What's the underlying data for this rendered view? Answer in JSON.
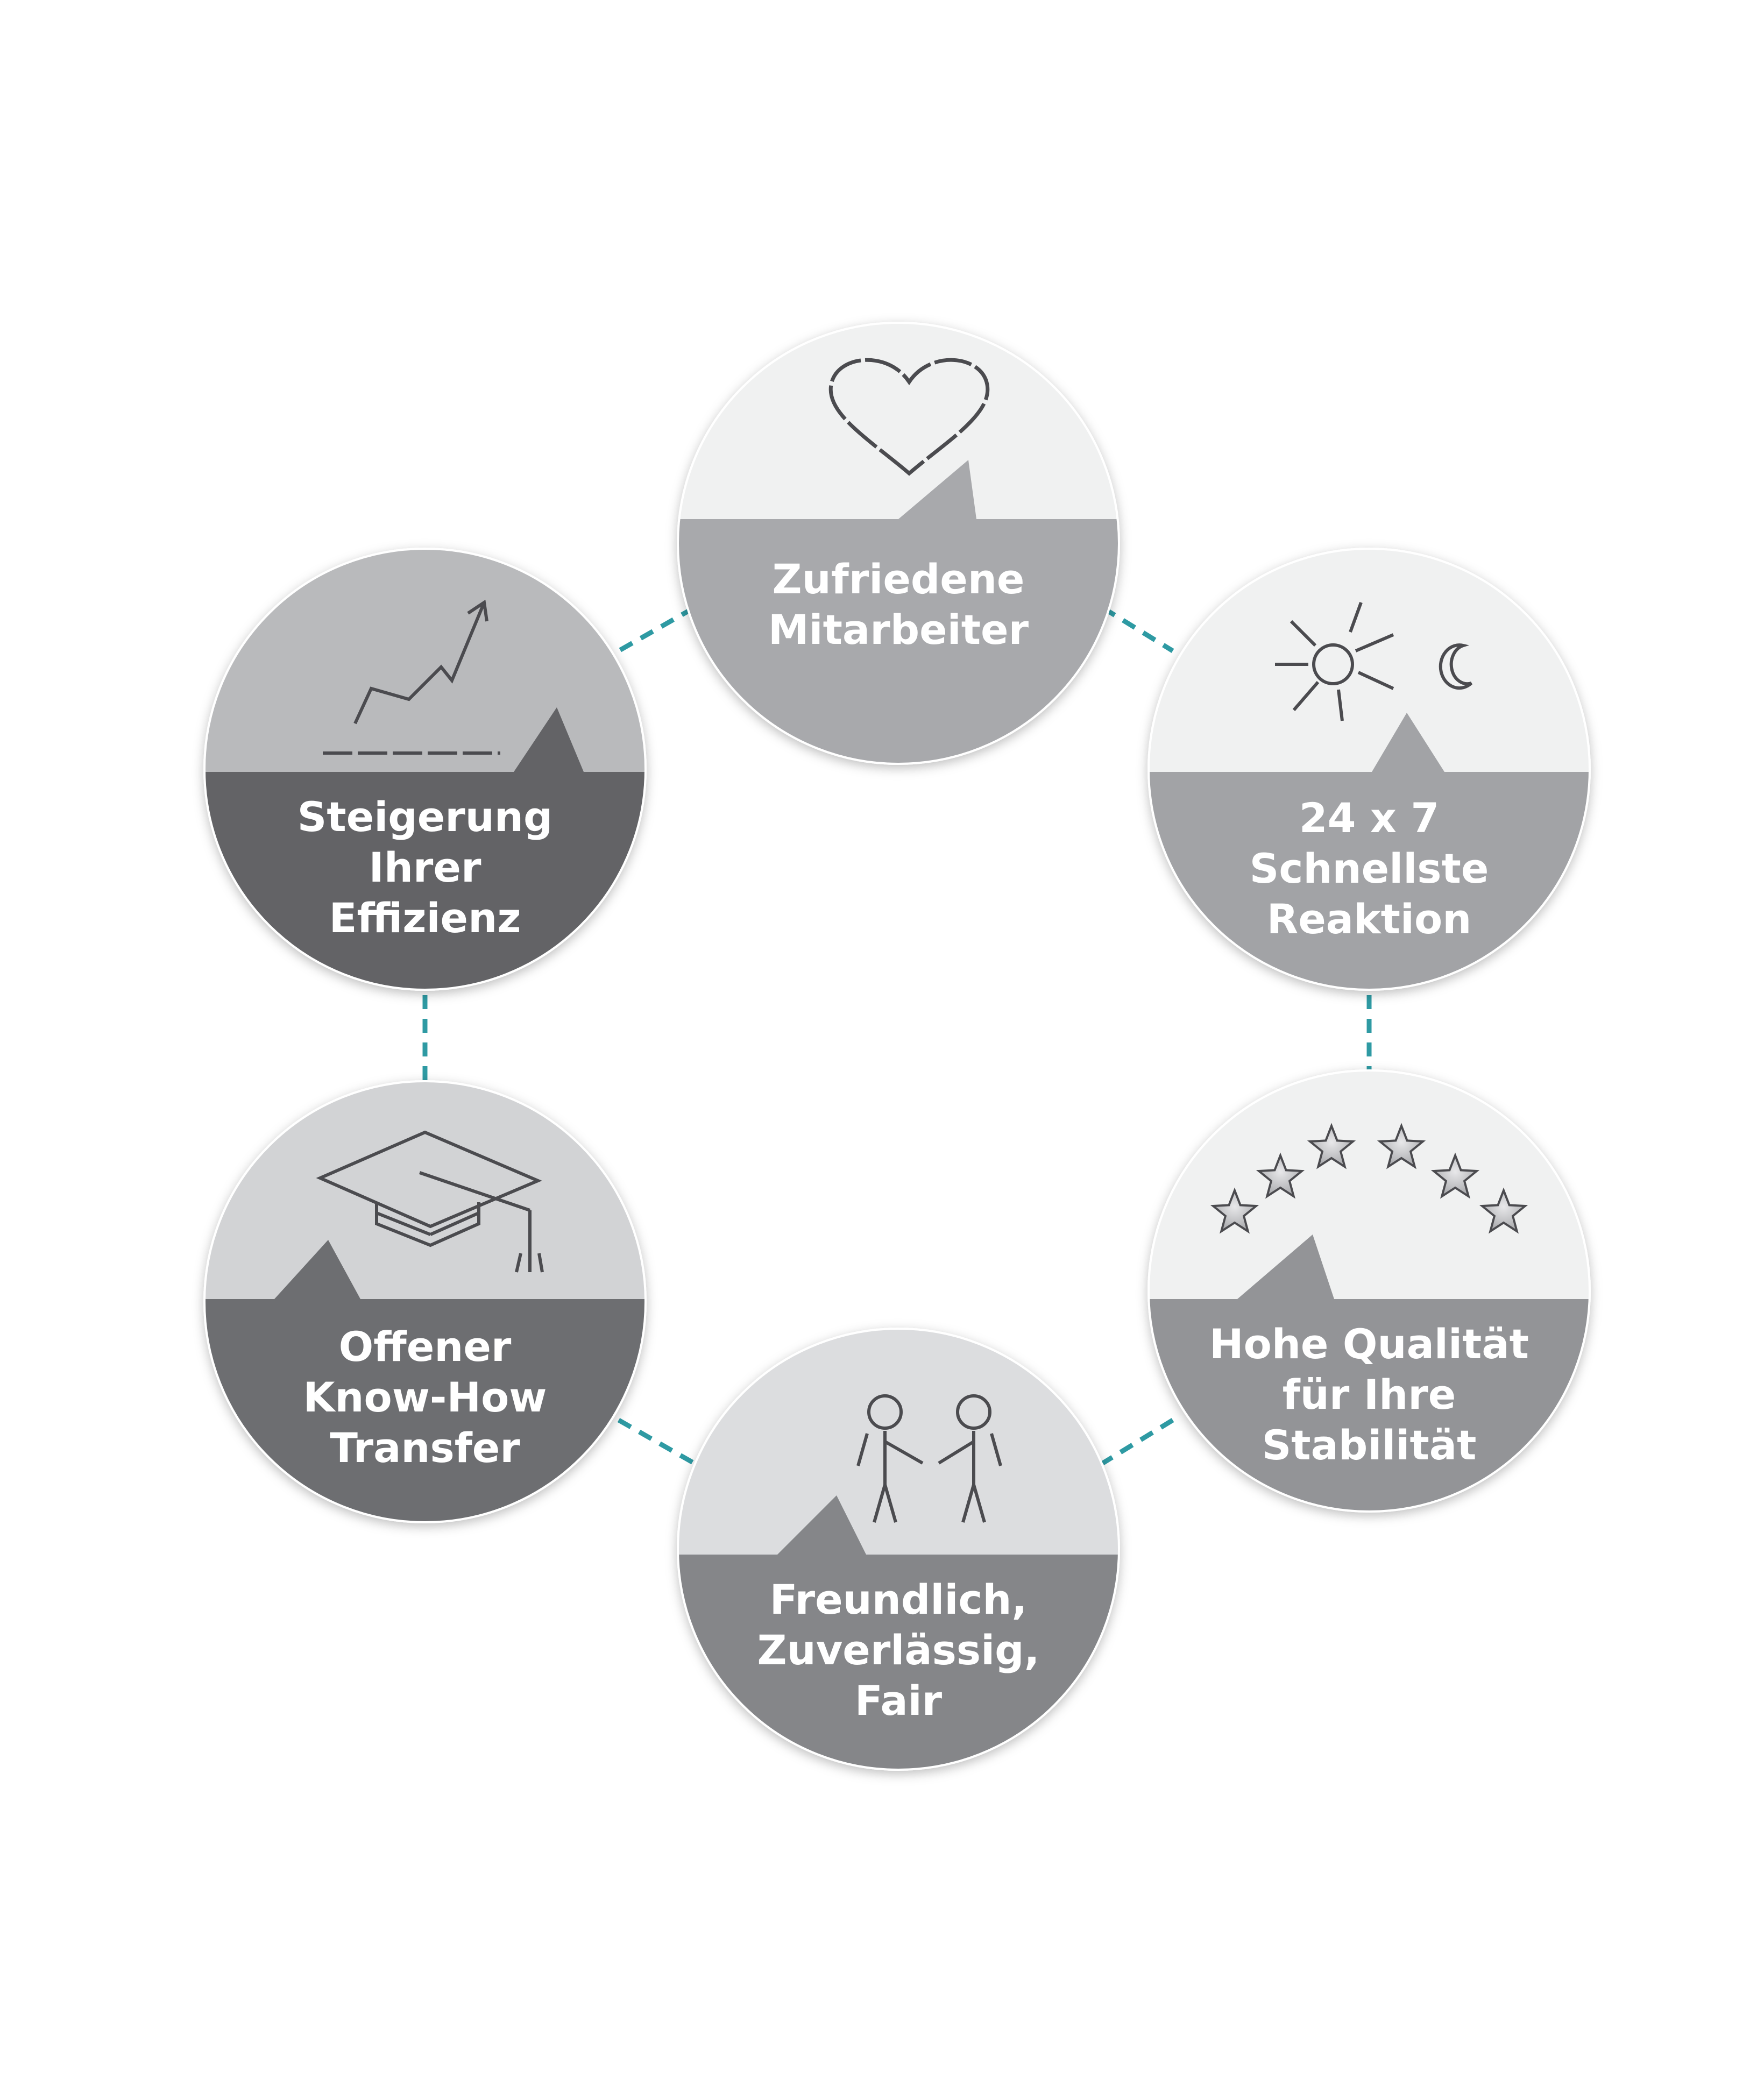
{
  "colors": {
    "connector": "#2e9aa3",
    "icon_stroke": "#4b4b4f",
    "label_text": "#ffffff"
  },
  "nodes": [
    {
      "id": "zufriedene-mitarbeiter",
      "icon": "heart-icon",
      "lines": [
        "Zufriedene",
        "Mitarbeiter"
      ],
      "top_color": "#f0f1f1",
      "bottom_color": "#a8a9ac"
    },
    {
      "id": "schnellste-reaktion",
      "icon": "sun-moon-icon",
      "lines": [
        "24 x 7",
        "Schnellste",
        "Reaktion"
      ],
      "top_color": "#f0f1f1",
      "bottom_color": "#a2a3a6"
    },
    {
      "id": "hohe-qualitaet",
      "icon": "stars-icon",
      "lines": [
        "Hohe Qualität",
        "für Ihre",
        "Stabilität"
      ],
      "top_color": "#f0f1f1",
      "bottom_color": "#939497"
    },
    {
      "id": "freundlich-zuverlaessig-fair",
      "icon": "handshake-people-icon",
      "lines": [
        "Freundlich,",
        "Zuverlässig,",
        "Fair"
      ],
      "top_color": "#dcdddf",
      "bottom_color": "#858689"
    },
    {
      "id": "offener-know-how-transfer",
      "icon": "graduation-cap-icon",
      "lines": [
        "Offener",
        "Know-How",
        "Transfer"
      ],
      "top_color": "#d2d3d5",
      "bottom_color": "#6d6e71"
    },
    {
      "id": "steigerung-ihrer-effizienz",
      "icon": "rising-chart-icon",
      "lines": [
        "Steigerung",
        "Ihrer",
        "Effizienz"
      ],
      "top_color": "#b9babc",
      "bottom_color": "#636466"
    }
  ]
}
